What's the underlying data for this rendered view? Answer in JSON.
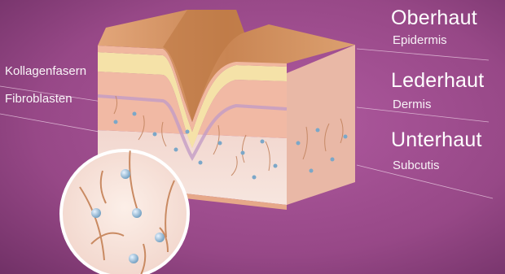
{
  "labels": {
    "layers": [
      {
        "main": "Oberhaut",
        "sub": "Epidermis"
      },
      {
        "main": "Lederhaut",
        "sub": "Dermis"
      },
      {
        "main": "Unterhaut",
        "sub": "Subcutis"
      }
    ],
    "left": [
      "Kollagenfasern",
      "Fibroblasten"
    ]
  }
}
